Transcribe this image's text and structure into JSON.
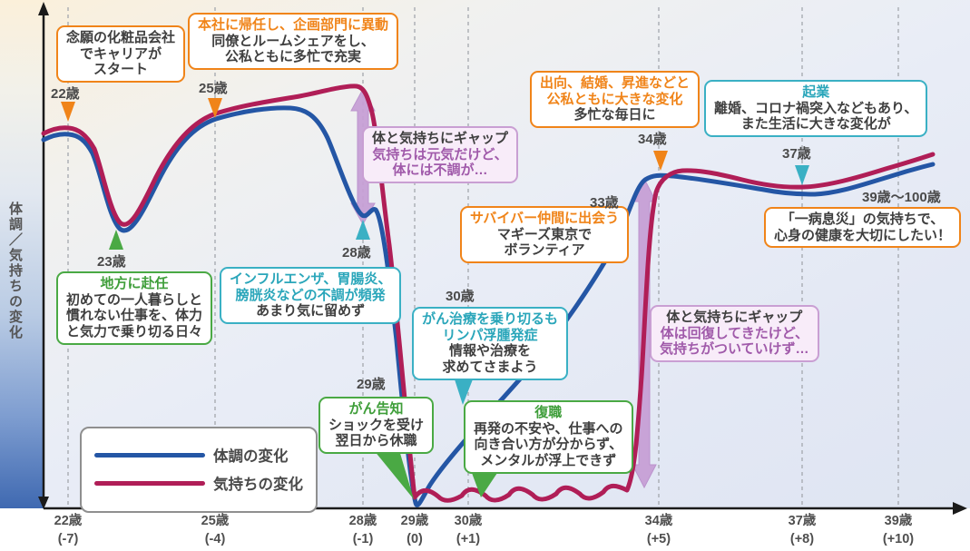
{
  "y_axis": {
    "label": "体調／気持ちの変化"
  },
  "legend": {
    "items": [
      {
        "label": "体調の変化",
        "color": "#2456a5"
      },
      {
        "label": "気持ちの変化",
        "color": "#b01e57"
      }
    ]
  },
  "age_labels": {
    "a22": "22歳",
    "a23": "23歳",
    "a25": "25歳",
    "a28": "28歳",
    "a29": "29歳",
    "a30": "30歳",
    "a33": "33歳",
    "a34": "34歳",
    "a37": "37歳",
    "a39": "39歳〜100歳"
  },
  "x_axis": {
    "ticks": [
      {
        "age": "22歳",
        "rel": "(-7)"
      },
      {
        "age": "25歳",
        "rel": "(-4)"
      },
      {
        "age": "28歳",
        "rel": "(-1)"
      },
      {
        "age": "29歳",
        "rel": "(0)"
      },
      {
        "age": "30歳",
        "rel": "(+1)"
      },
      {
        "age": "34歳",
        "rel": "(+5)"
      },
      {
        "age": "37歳",
        "rel": "(+8)"
      },
      {
        "age": "39歳",
        "rel": "(+10)"
      }
    ]
  },
  "annotations": {
    "career_start": {
      "l1": "念願の化粧品会社",
      "l2": "でキャリアが",
      "l3": "スタート"
    },
    "headquarters": {
      "l1": "本社に帰任し、企画部門に異動",
      "l2": "同僚とルームシェアをし、",
      "l3": "公私ともに多忙で充実"
    },
    "gap1": {
      "l1": "体と気持ちにギャップ",
      "l2": "気持ちは元気だけど、",
      "l3": "体には不調が…"
    },
    "relocation": {
      "l1": "地方に赴任",
      "l2": "初めての一人暮らしと",
      "l3": "慣れない仕事を、体力",
      "l4": "と気力で乗り切る日々"
    },
    "influenza": {
      "l1": "インフルエンザ、胃腸炎、",
      "l2": "膀胱炎などの不調が頻発",
      "l3": "あまり気に留めず"
    },
    "diagnosis": {
      "l1": "がん告知",
      "l2": "ショックを受け",
      "l3": "翌日から休職"
    },
    "treatment": {
      "l1": "がん治療を乗り切るも",
      "l2": "リンパ浮腫発症",
      "l3": "情報や治療を",
      "l4": "求めてさまよう"
    },
    "return_work": {
      "l1": "復職",
      "l2": "再発の不安や、仕事への",
      "l3": "向き合い方が分からず、",
      "l4": "メンタルが浮上できず"
    },
    "survivor": {
      "l1": "サバイバー仲間に出会う",
      "l2": "マギーズ東京で",
      "l3": "ボランティア"
    },
    "life_changes": {
      "l1": "出向、結婚、昇進などと",
      "l2": "公私ともに大きな変化",
      "l3": "多忙な毎日に"
    },
    "startup": {
      "l1": "起業",
      "l2": "離婚、コロナ禍突入などもあり、",
      "l3": "また生活に大きな変化が"
    },
    "gap2": {
      "l1": "体と気持ちにギャップ",
      "l2": "体は回復してきたけど、",
      "l3": "気持ちがついていけず…"
    },
    "health_motto": {
      "l1": "「一病息災」の気持ちで、",
      "l2": "心身の健康を大切にしたい！"
    }
  },
  "colors": {
    "physical_line": "#2456a5",
    "feelings_line": "#b01e57",
    "orange_accent": "#f08419",
    "green_accent": "#4aa944",
    "teal_accent": "#3ab0c4",
    "purple_text": "#a05aaa",
    "purple_arrow": "#c7a0d6",
    "axis_text": "#4a4a4a"
  },
  "chart_data": {
    "type": "line",
    "title": "",
    "ylabel": "体調／気持ちの変化",
    "y_scale_note": "qualitative axis, values estimated 0-100 from pixel height",
    "x_tick_labels": [
      "22歳(-7)",
      "25歳(-4)",
      "28歳(-1)",
      "29歳(0)",
      "30歳(+1)",
      "34歳(+5)",
      "37歳(+8)",
      "39歳(+10)"
    ],
    "grid": "vertical dashed gridlines at each labeled age",
    "legend_position": "lower-left",
    "series": [
      {
        "name": "体調の変化",
        "color": "#2456a5",
        "x_age": [
          22,
          23,
          25,
          27,
          28,
          29,
          30,
          31,
          32,
          33,
          34,
          35,
          37,
          39
        ],
        "values": [
          88,
          66,
          91,
          94,
          69,
          1,
          14,
          32,
          55,
          77,
          78,
          76,
          74,
          81
        ]
      },
      {
        "name": "気持ちの変化",
        "color": "#b01e57",
        "x_age": [
          22,
          23,
          25,
          27,
          27.7,
          28,
          29,
          30,
          31,
          32,
          33,
          33.7,
          34,
          35,
          37,
          39
        ],
        "values": [
          89,
          67,
          93,
          97,
          99,
          93,
          1,
          3,
          3,
          4,
          5,
          45,
          77,
          78,
          75,
          83
        ]
      }
    ],
    "annotations_events": [
      {
        "age": "22歳",
        "text": "念願の化粧品会社でキャリアがスタート"
      },
      {
        "age": "23歳",
        "text": "地方に赴任　初めての一人暮らしと慣れない仕事を、体力と気力で乗り切る日々"
      },
      {
        "age": "25歳",
        "text": "本社に帰任し、企画部門に異動　同僚とルームシェアをし、公私ともに多忙で充実"
      },
      {
        "age": "28歳",
        "text": "インフルエンザ、胃腸炎、膀胱炎などの不調が頻発　あまり気に留めず／体と気持ちにギャップ　気持ちは元気だけど、体には不調が…"
      },
      {
        "age": "29歳",
        "text": "がん告知　ショックを受け翌日から休職"
      },
      {
        "age": "30歳",
        "text": "がん治療を乗り切るもリンパ浮腫発症　情報や治療を求めてさまよう／復職　再発の不安や、仕事への向き合い方が分からず、メンタルが浮上できず"
      },
      {
        "age": "33歳",
        "text": "サバイバー仲間に出会う　マギーズ東京でボランティア／体と気持ちにギャップ　体は回復してきたけど、気持ちがついていけず…"
      },
      {
        "age": "34歳",
        "text": "出向、結婚、昇進などと公私ともに大きな変化　多忙な毎日に"
      },
      {
        "age": "37歳",
        "text": "起業　離婚、コロナ禍突入などもあり、また生活に大きな変化が"
      },
      {
        "age": "39歳〜100歳",
        "text": "「一病息災」の気持ちで、心身の健康を大切にしたい！"
      }
    ]
  }
}
